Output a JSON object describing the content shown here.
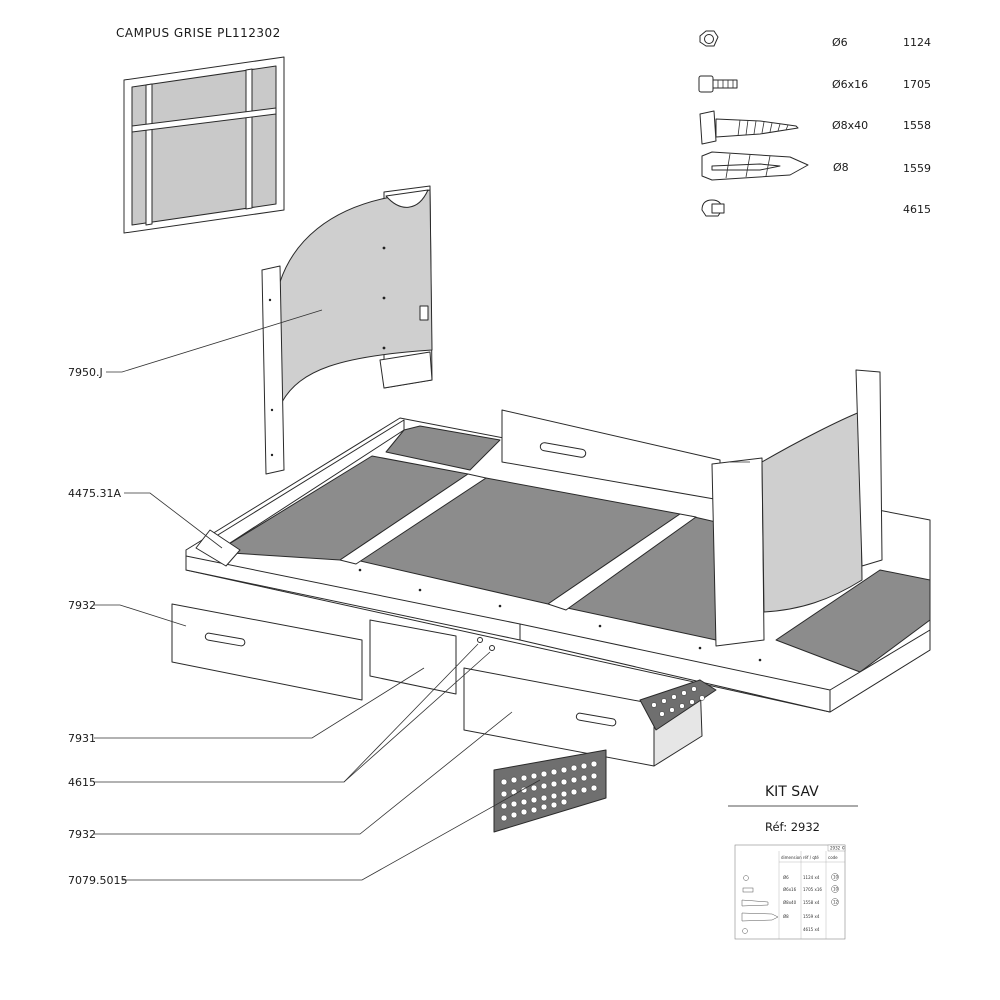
{
  "header": {
    "title": "CAMPUS  GRISE   PL112302"
  },
  "hardware": [
    {
      "icon": "nut-icon",
      "size": "Ø6",
      "ref": "1124"
    },
    {
      "icon": "hex-bolt-icon",
      "size": "Ø6x16",
      "ref": "1705"
    },
    {
      "icon": "lag-screw-icon",
      "size": "Ø8x40",
      "ref": "1558"
    },
    {
      "icon": "wall-plug-icon",
      "size": "Ø8",
      "ref": "1559"
    },
    {
      "icon": "cap-icon",
      "size": "",
      "ref": "4615"
    }
  ],
  "callouts": {
    "panel_curved": "7950.J",
    "foot_clip": "4475.31A",
    "drawer_front_left": "7932",
    "drawer_side": "7931",
    "knob": "4615",
    "drawer_front_right": "7932",
    "grille": "7079.5015"
  },
  "kit": {
    "title": "KIT SAV",
    "ref": "Réf: 2932",
    "tag": "2932 ©",
    "headers": [
      "dimension",
      "réf / qté",
      "code"
    ],
    "rows": [
      {
        "dim": "Ø6",
        "qty": "1124 x4",
        "code": "10"
      },
      {
        "dim": "Ø6x16",
        "qty": "1705 x16",
        "code": "10"
      },
      {
        "dim": "Ø8x40",
        "qty": "1558 x4",
        "code": "12"
      },
      {
        "dim": "Ø8",
        "qty": "1559 x4",
        "code": ""
      },
      {
        "dim": "",
        "qty": "4615 x4",
        "code": ""
      }
    ]
  }
}
